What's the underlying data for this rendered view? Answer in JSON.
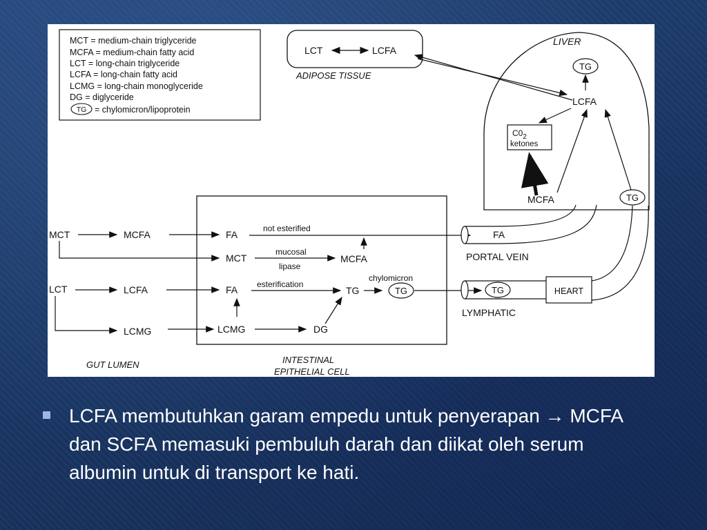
{
  "diagram": {
    "legend": [
      "MCT = medium-chain triglyceride",
      "MCFA = medium-chain fatty acid",
      "LCT = long-chain triglyceride",
      "LCFA = long-chain fatty acid",
      "LCMG = long-chain monoglyceride",
      "DG = diglyceride"
    ],
    "legend_tg_symbol": "TG",
    "legend_tg_text": "= chylomicron/lipoprotein",
    "adipose": {
      "lct": "LCT",
      "lcfa": "LCFA",
      "label": "ADIPOSE TISSUE"
    },
    "liver": {
      "label": "LIVER",
      "tg_top": "TG",
      "lcfa": "LCFA",
      "co2": "C0",
      "co2_sub": "2",
      "ketones": "ketones",
      "mcfa": "MCFA",
      "tg_bottom": "TG"
    },
    "lumen": {
      "mct": "MCT",
      "mcfa": "MCFA",
      "lct": "LCT",
      "lcfa": "LCFA",
      "lcmg": "LCMG",
      "label": "GUT LUMEN"
    },
    "cell": {
      "fa_top": "FA",
      "not_esterified": "not esterified",
      "mct": "MCT",
      "mucosal": "mucosal",
      "lipase": "lipase",
      "mcfa": "MCFA",
      "fa_mid": "FA",
      "esterification": "esterification",
      "tg": "TG",
      "chylomicron": "chylomicron",
      "chylo_tg": "TG",
      "lcmg": "LCMG",
      "dg": "DG",
      "label_line1": "INTESTINAL",
      "label_line2": "EPITHELIAL CELL"
    },
    "portal": {
      "fa": "FA",
      "label": "PORTAL VEIN"
    },
    "lymph": {
      "tg": "TG",
      "label": "LYMPHATIC",
      "heart": "HEART"
    }
  },
  "bullet": {
    "text": "LCFA membutuhkan garam empedu untuk penyerapan → MCFA dan SCFA memasuki pembuluh darah dan diikat oleh serum albumin untuk di transport ke hati."
  },
  "colors": {
    "background": "#1b3866",
    "bullet_square": "#9fb3e6",
    "text": "#ffffff"
  }
}
